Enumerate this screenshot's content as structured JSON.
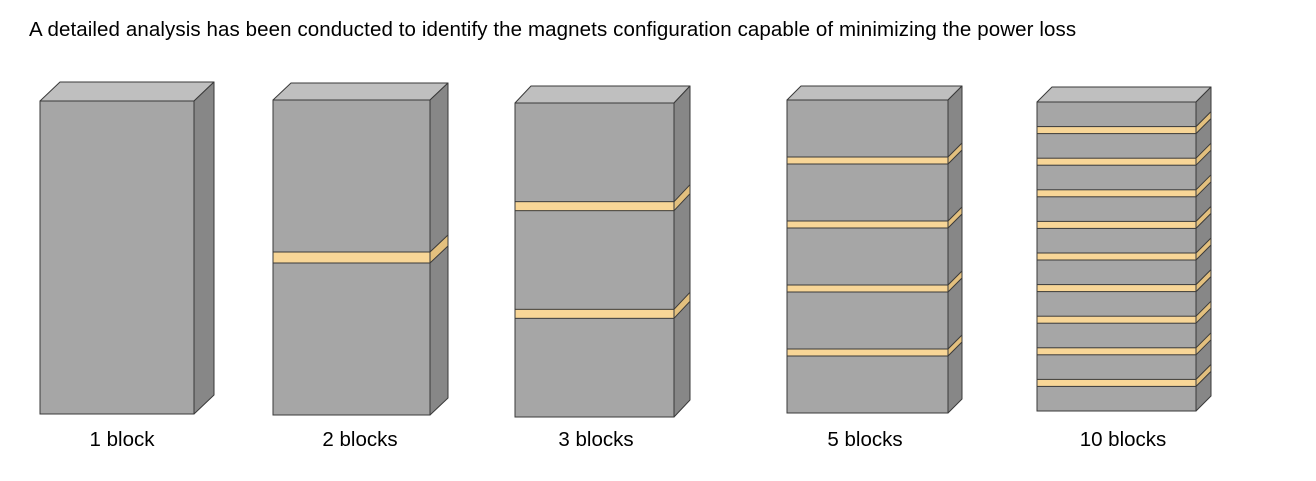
{
  "title": "A detailed analysis has been conducted to identify the magnets configuration capable of minimizing the power loss",
  "colors": {
    "front": "#a6a6a6",
    "top": "#bfbfbf",
    "side": "#878787",
    "gap_front": "#f8d697",
    "gap_side": "#e3c07e",
    "edge": "#3a3a3a"
  },
  "magnets": [
    {
      "label": "1 block",
      "blocks": 1
    },
    {
      "label": "2 blocks",
      "blocks": 2
    },
    {
      "label": "3 blocks",
      "blocks": 3
    },
    {
      "label": "5 blocks",
      "blocks": 5
    },
    {
      "label": "10 blocks",
      "blocks": 10
    }
  ]
}
